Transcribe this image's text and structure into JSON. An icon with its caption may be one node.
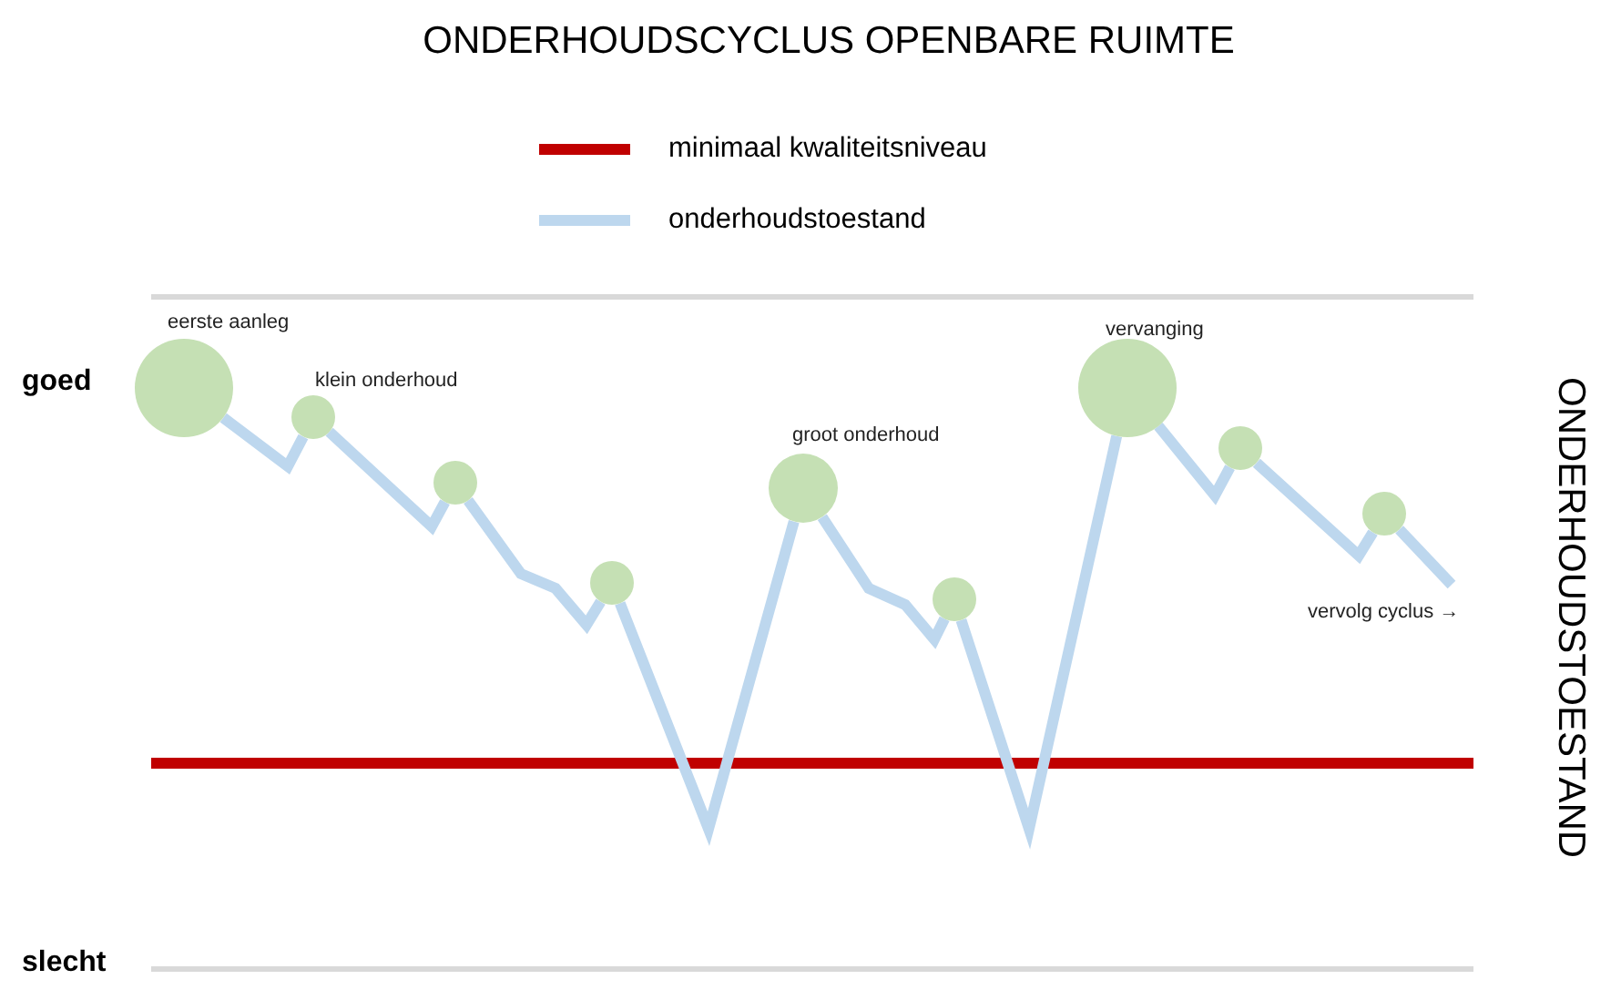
{
  "diagram": {
    "title": "ONDERHOUDSCYCLUS OPENBARE RUIMTE",
    "nodes": [
      {
        "text": [],
        "shape": "circle",
        "beside": [
          "eerste aanleg"
        ]
      },
      {
        "text": [],
        "shape": "circle",
        "beside": [
          "klein onderhoud"
        ]
      },
      {
        "text": [],
        "shape": "circle"
      },
      {
        "text": [],
        "shape": "circle"
      },
      {
        "text": [],
        "shape": "circle",
        "beside": [
          "groot onderhoud"
        ]
      },
      {
        "text": [],
        "shape": "circle"
      },
      {
        "text": [],
        "shape": "circle",
        "beside": [
          "vervanging"
        ]
      },
      {
        "text": [],
        "shape": "circle"
      },
      {
        "text": [],
        "shape": "circle"
      }
    ],
    "edges": [
      {
        "from": 0,
        "to": 1,
        "arrow": "none"
      },
      {
        "from": 1,
        "to": 2,
        "arrow": "none"
      },
      {
        "from": 2,
        "to": 3,
        "arrow": "none"
      },
      {
        "from": 3,
        "to": 4,
        "arrow": "none"
      },
      {
        "from": 4,
        "to": 5,
        "arrow": "none"
      },
      {
        "from": 5,
        "to": 6,
        "arrow": "none"
      },
      {
        "from": 6,
        "to": 7,
        "arrow": "none"
      },
      {
        "from": 7,
        "to": 8,
        "arrow": "none"
      },
      {
        "from": 8,
        "to": null,
        "arrow": "none"
      }
    ],
    "labels": [
      "goed",
      "vervolg cyclus →",
      "slecht",
      "ONDERHOUDSTOESTAND"
    ],
    "legend": [
      {
        "text": "minimaal kwaliteitsniveau"
      },
      {
        "text": "onderhoudstoestand"
      }
    ]
  }
}
